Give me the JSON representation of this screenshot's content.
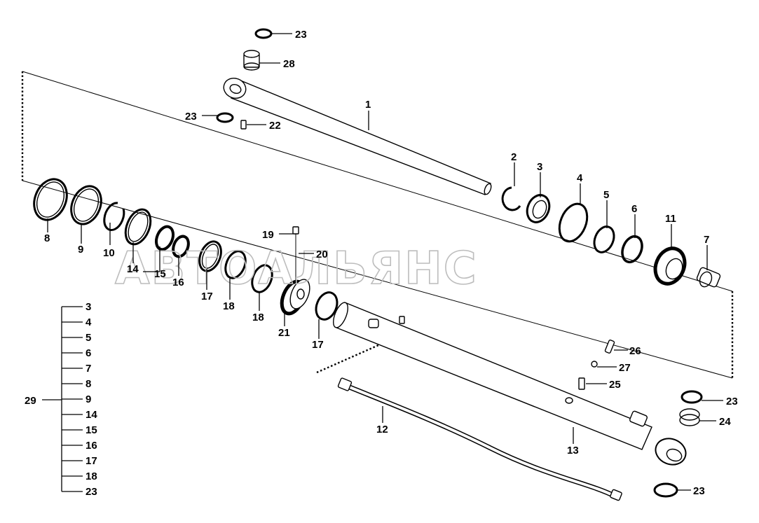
{
  "watermark": "АВТОАЛЬЯНС",
  "callouts": {
    "c1": "1",
    "c2": "2",
    "c3": "3",
    "c4": "4",
    "c5": "5",
    "c6": "6",
    "c7": "7",
    "c8": "8",
    "c9": "9",
    "c10": "10",
    "c11": "11",
    "c12": "12",
    "c13": "13",
    "c14": "14",
    "c15": "15",
    "c16": "16",
    "c17a": "17",
    "c17b": "17",
    "c18a": "18",
    "c18b": "18",
    "c19": "19",
    "c20": "20",
    "c21": "21",
    "c22": "22",
    "c23a": "23",
    "c23b": "23",
    "c23c": "23",
    "c23d": "23",
    "c24": "24",
    "c25": "25",
    "c26": "26",
    "c27": "27",
    "c28": "28"
  },
  "kit": {
    "label": "29",
    "items": [
      "3",
      "4",
      "5",
      "6",
      "7",
      "8",
      "9",
      "14",
      "15",
      "16",
      "17",
      "18",
      "23"
    ]
  }
}
